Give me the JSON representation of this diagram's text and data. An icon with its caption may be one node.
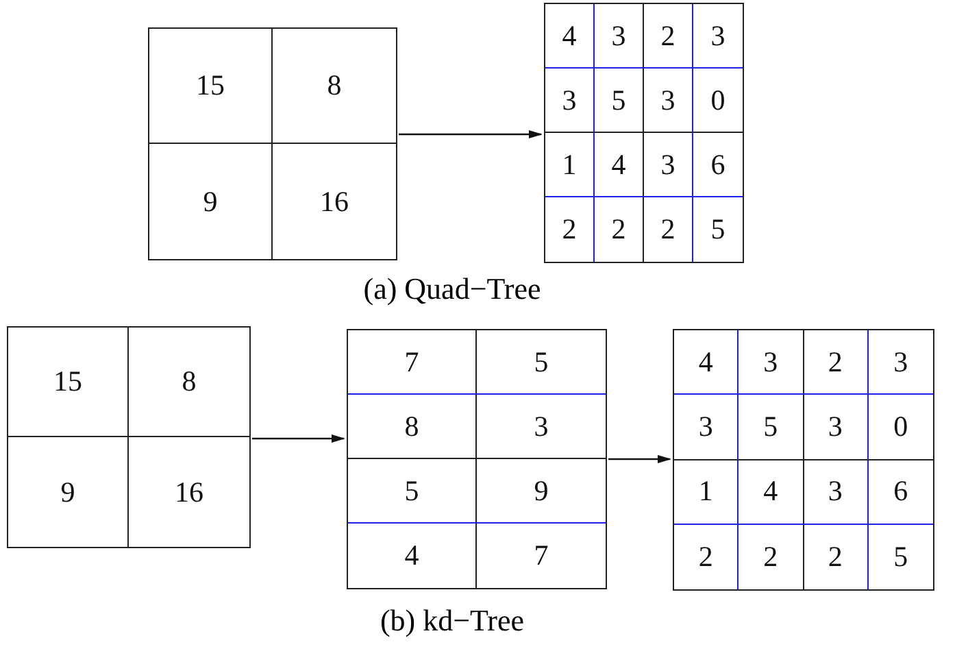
{
  "diagram": {
    "nodes": [
      {
        "text": [
          "15",
          "8",
          "9",
          "16"
        ]
      },
      {
        "text": [
          "4",
          "3",
          "2",
          "3",
          "3",
          "5",
          "3",
          "0",
          "1",
          "4",
          "3",
          "6",
          "2",
          "2",
          "2",
          "5"
        ]
      },
      {
        "text": [
          "15",
          "8",
          "9",
          "16"
        ]
      },
      {
        "text": [
          "7",
          "5",
          "8",
          "3",
          "5",
          "9",
          "4",
          "7"
        ]
      },
      {
        "text": [
          "4",
          "3",
          "2",
          "3",
          "3",
          "5",
          "3",
          "0",
          "1",
          "4",
          "3",
          "6",
          "2",
          "2",
          "2",
          "5"
        ]
      }
    ],
    "edges": [
      {
        "from": 0,
        "to": 1,
        "arrow": "to"
      },
      {
        "from": 2,
        "to": 3,
        "arrow": "to"
      },
      {
        "from": 3,
        "to": 4,
        "arrow": "to"
      }
    ],
    "labels": [
      "(a) Quad−Tree",
      "(b) kd−Tree"
    ]
  }
}
